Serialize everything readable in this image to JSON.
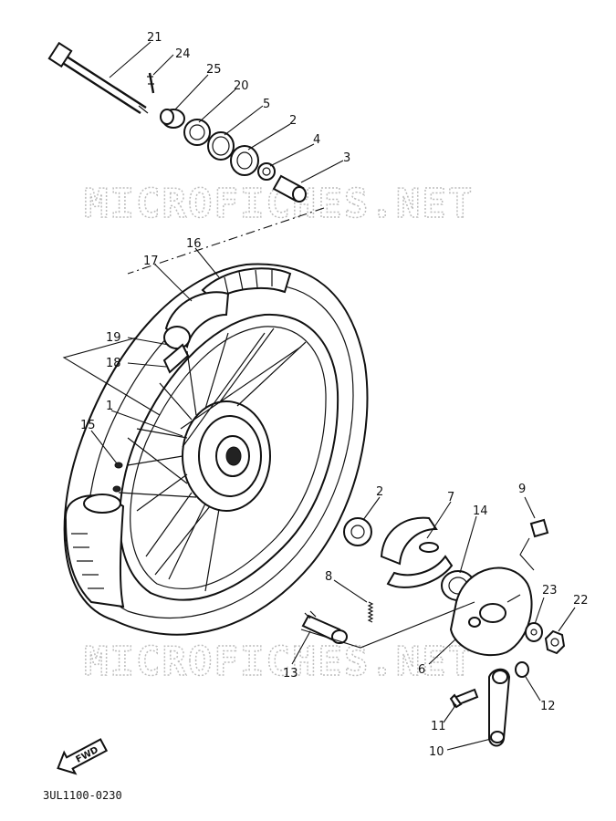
{
  "watermark": "MICROFICHES.NET",
  "diagram_code": "3UL1100-0230",
  "direction_label": "FWD",
  "callouts": [
    "21",
    "24",
    "25",
    "20",
    "5",
    "2",
    "4",
    "3",
    "16",
    "17",
    "19",
    "18",
    "1",
    "15",
    "2",
    "7",
    "14",
    "9",
    "8",
    "23",
    "22",
    "13",
    "6",
    "12",
    "11",
    "10"
  ]
}
